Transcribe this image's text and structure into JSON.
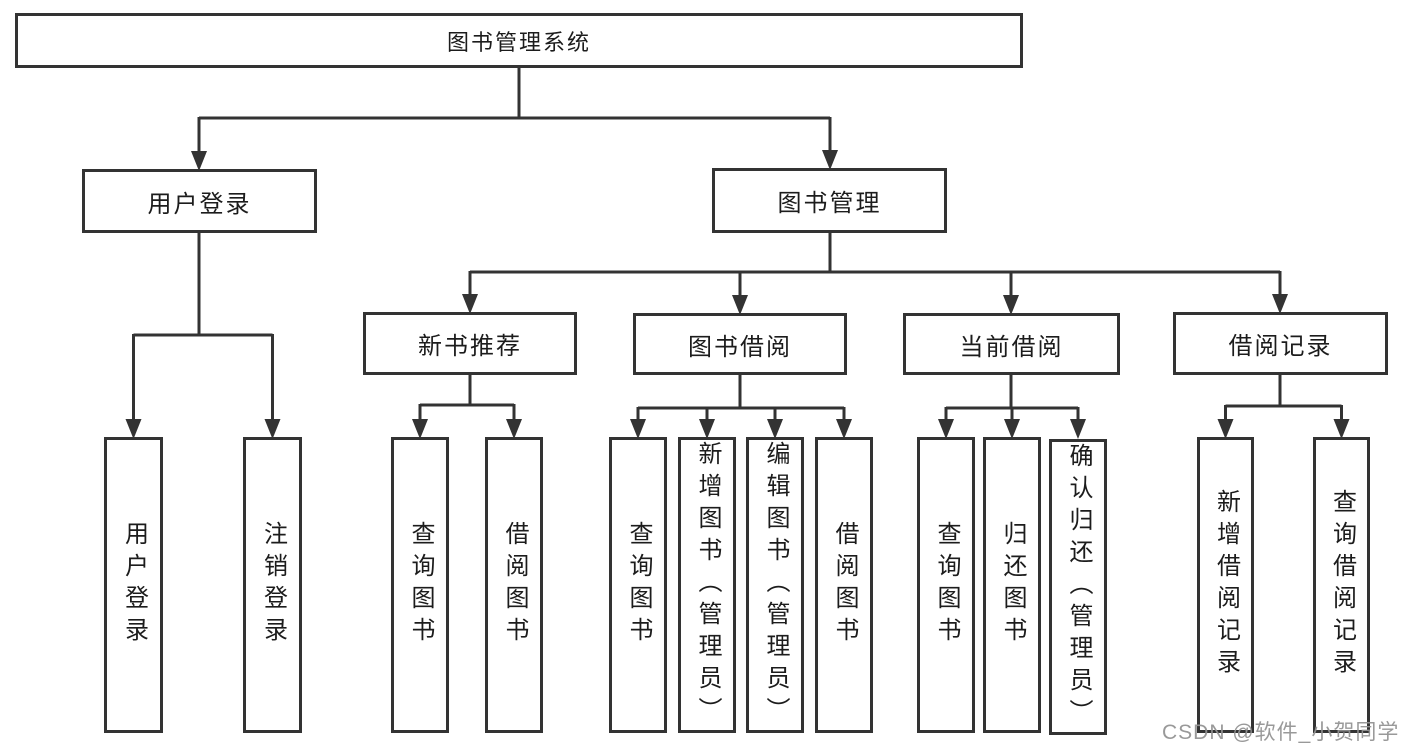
{
  "diagram": {
    "title": "图书管理系统",
    "root": {
      "label": "图书管理系统"
    },
    "branches": [
      {
        "label": "用户登录",
        "children": [
          {
            "label": "用户登录"
          },
          {
            "label": "注销登录"
          }
        ]
      },
      {
        "label": "图书管理",
        "children": [
          {
            "label": "新书推荐",
            "children": [
              {
                "label": "查询图书"
              },
              {
                "label": "借阅图书"
              }
            ]
          },
          {
            "label": "图书借阅",
            "children": [
              {
                "label": "查询图书"
              },
              {
                "label": "新增图书（管理员）"
              },
              {
                "label": "编辑图书（管理员）"
              },
              {
                "label": "借阅图书"
              }
            ]
          },
          {
            "label": "当前借阅",
            "children": [
              {
                "label": "查询图书"
              },
              {
                "label": "归还图书"
              },
              {
                "label": "确认归还（管理员）"
              }
            ]
          },
          {
            "label": "借阅记录",
            "children": [
              {
                "label": "新增借阅记录"
              },
              {
                "label": "查询借阅记录"
              }
            ]
          }
        ]
      }
    ]
  },
  "watermark": {
    "text": "CSDN @软件_小贺同学",
    "color": "#949494"
  },
  "colors": {
    "line": "#333333",
    "box_border": "#333333",
    "box_fill": "#ffffff",
    "text": "#1c1c1c",
    "background": "#ffffff"
  }
}
